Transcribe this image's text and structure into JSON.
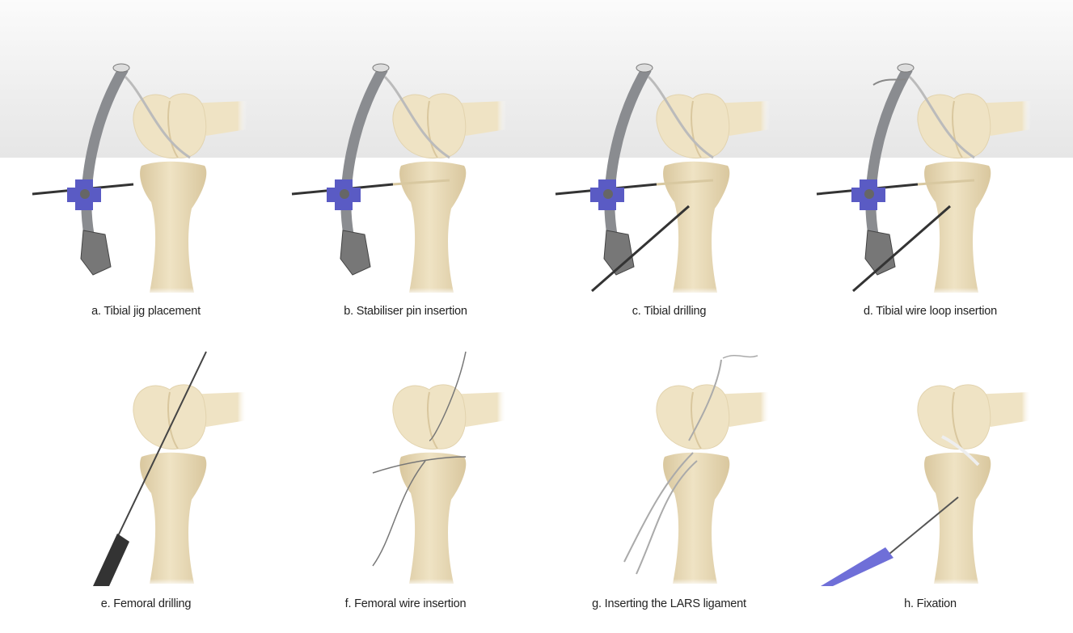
{
  "captions": {
    "a": "a. Tibial jig placement",
    "b": "b. Stabiliser pin insertion",
    "c": "c. Tibial drilling",
    "d": "d. Tibial wire loop insertion",
    "e": "e. Femoral drilling",
    "f": "f. Femoral wire insertion",
    "g": "g. Inserting the LARS ligament",
    "h": "h. Fixation"
  },
  "colors": {
    "bone": "#efe3c4",
    "bone_shade": "#d9c79e",
    "jig": "#8a8c90",
    "knob": "#5a5bc4",
    "handle": "#6f6fd8"
  }
}
